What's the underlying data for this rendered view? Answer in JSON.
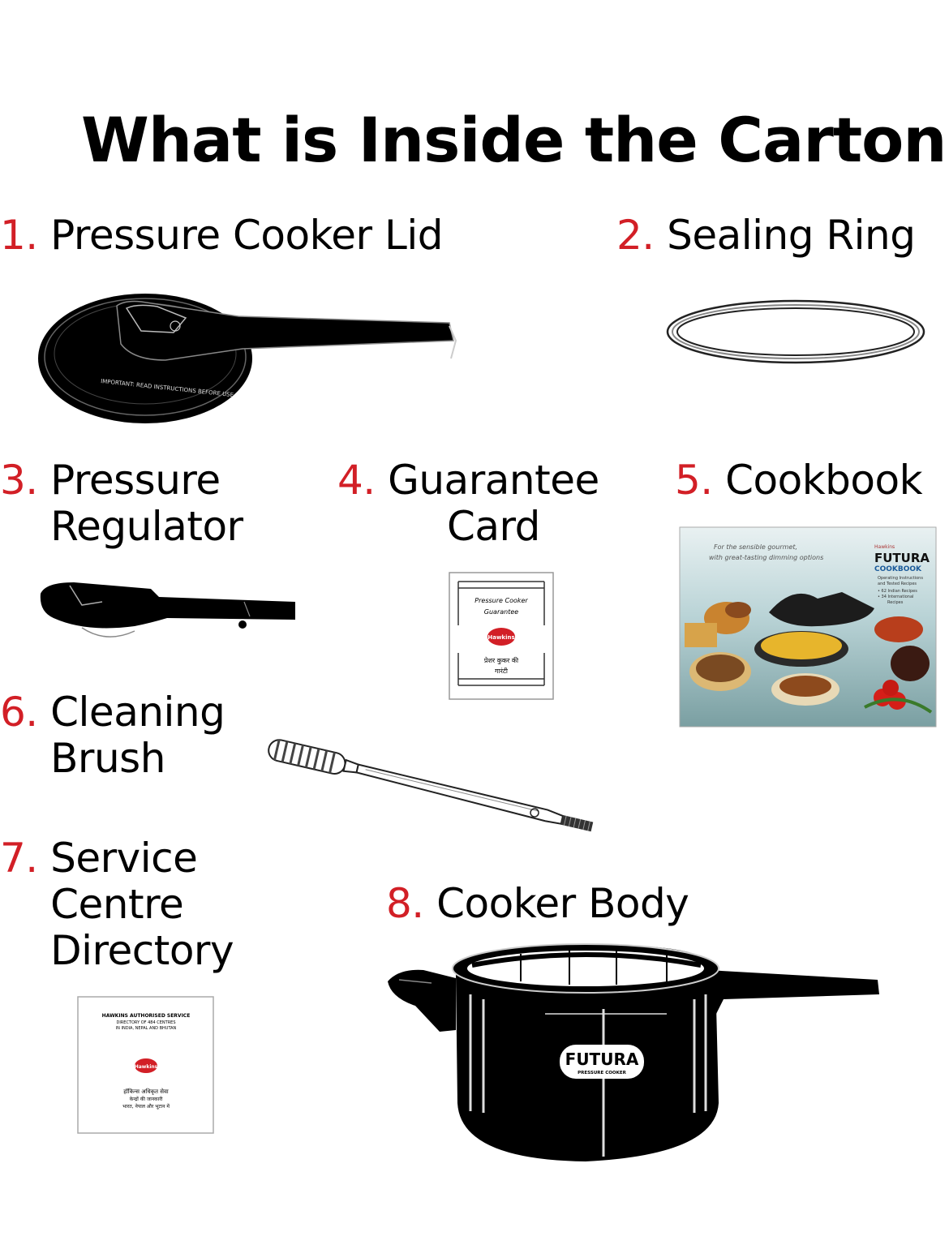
{
  "title": "What is Inside the Carton",
  "colors": {
    "number": "#d21f26",
    "text": "#000000",
    "logo": "#d21f26"
  },
  "items": [
    {
      "number": "1.",
      "label_lines": [
        "Pressure Cooker Lid"
      ]
    },
    {
      "number": "2.",
      "label_lines": [
        "Sealing Ring"
      ]
    },
    {
      "number": "3.",
      "label_lines": [
        "Pressure",
        "Regulator"
      ]
    },
    {
      "number": "4.",
      "label_lines": [
        "Guarantee",
        "Card"
      ]
    },
    {
      "number": "5.",
      "label_lines": [
        "Cookbook"
      ]
    },
    {
      "number": "6.",
      "label_lines": [
        "Cleaning",
        "Brush"
      ]
    },
    {
      "number": "7.",
      "label_lines": [
        "Service",
        "Centre",
        "Directory"
      ]
    },
    {
      "number": "8.",
      "label_lines": [
        "Cooker Body"
      ]
    }
  ],
  "illustrations": {
    "lid_text": "IMPORTANT: READ INSTRUCTIONS BEFORE USE",
    "guarantee_card": {
      "line1": "Pressure Cooker",
      "line2": "Guarantee",
      "logo": "Hawkins",
      "hindi1": "प्रेशर कुकर की",
      "hindi2": "गारंटी"
    },
    "cookbook": {
      "tagline1": "For the sensible gourmet,",
      "tagline2": "with great-tasting dimming options",
      "brand_small": "Hawkins",
      "brand": "FUTURA",
      "subtitle": "COOKBOOK",
      "note1": "Operating Instructions",
      "note2": "and Tested Recipes",
      "bullet1": "• 62 Indian Recipes",
      "bullet2": "• 34 International",
      "bullet3": "Recipes"
    },
    "directory": {
      "line1": "HAWKINS AUTHORISED SERVICE",
      "line2": "DIRECTORY OF 484 CENTRES",
      "line3": "IN INDIA, NEPAL AND BHUTAN",
      "logo": "Hawkins",
      "hindi1": "हॉकिन्स अधिकृत सेवा",
      "hindi2": "केन्द्रों की जानकारी",
      "hindi3": "भारत, नेपाल और भूटान में"
    },
    "body_logo": "FUTURA",
    "body_sub": "PRESSURE COOKER"
  }
}
